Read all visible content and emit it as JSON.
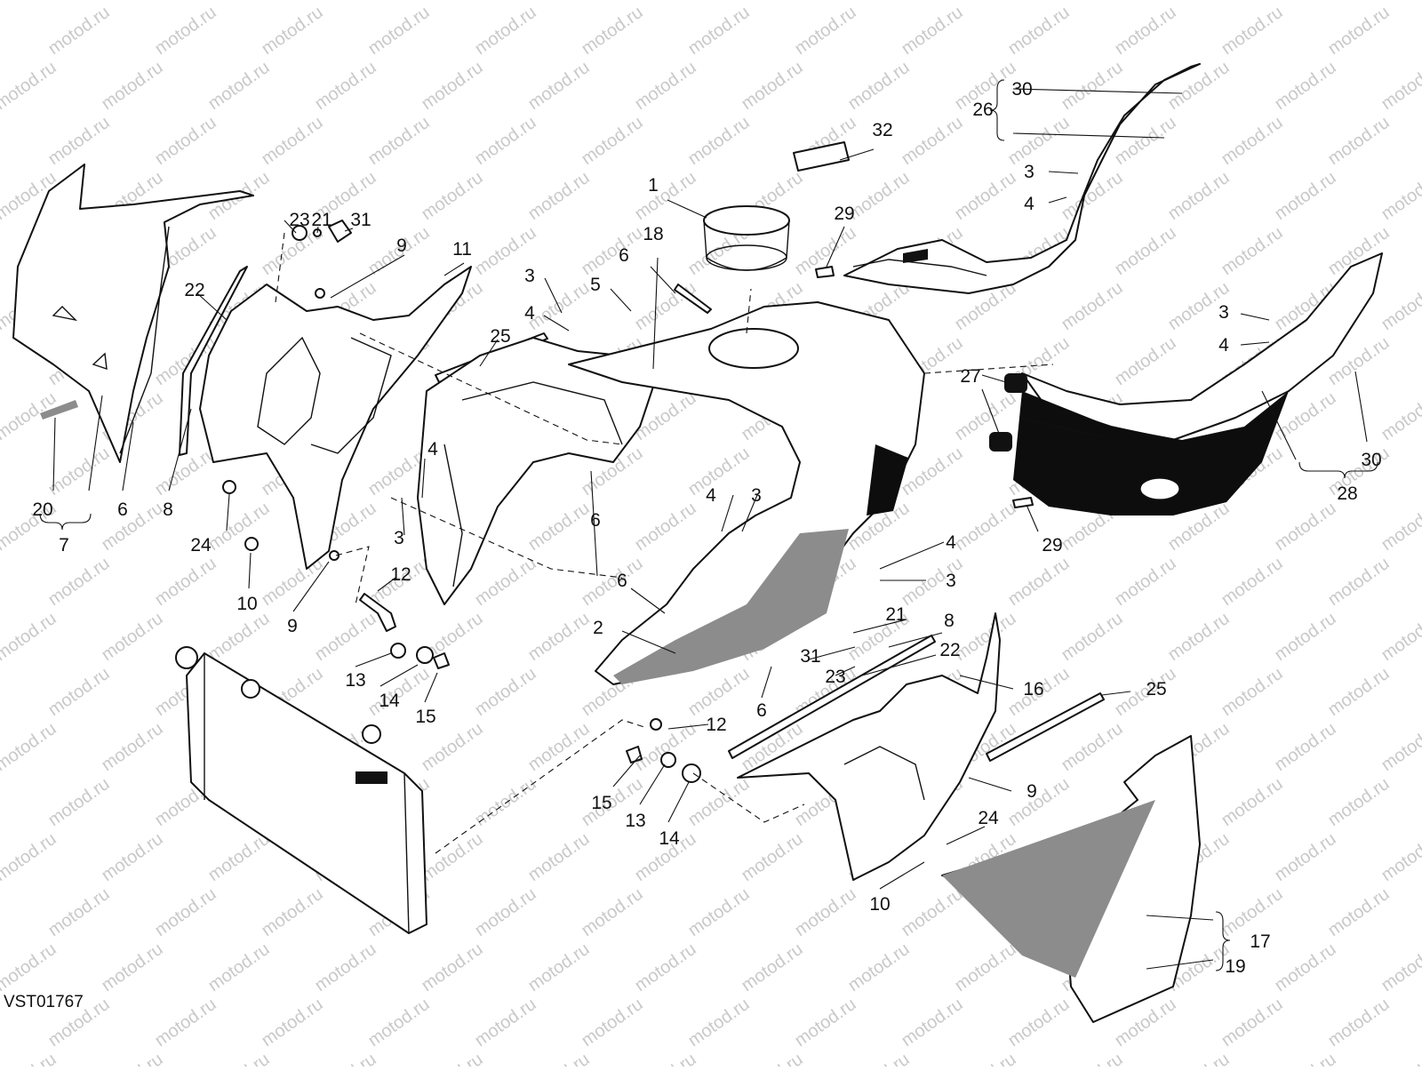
{
  "diagram": {
    "drawing_number": "VST01767",
    "watermark_text": "motod.ru",
    "callouts": [
      "1",
      "2",
      "3",
      "4",
      "5",
      "6",
      "7",
      "8",
      "9",
      "10",
      "11",
      "12",
      "13",
      "14",
      "15",
      "16",
      "17",
      "18",
      "19",
      "20",
      "21",
      "22",
      "23",
      "24",
      "25",
      "26",
      "27",
      "28",
      "29",
      "30",
      "31",
      "32"
    ],
    "colors": {
      "line": "#111111",
      "watermark": "#c9c9c9",
      "decal_gray": "#8c8c8c",
      "panel_black": "#0d0d0d"
    }
  }
}
